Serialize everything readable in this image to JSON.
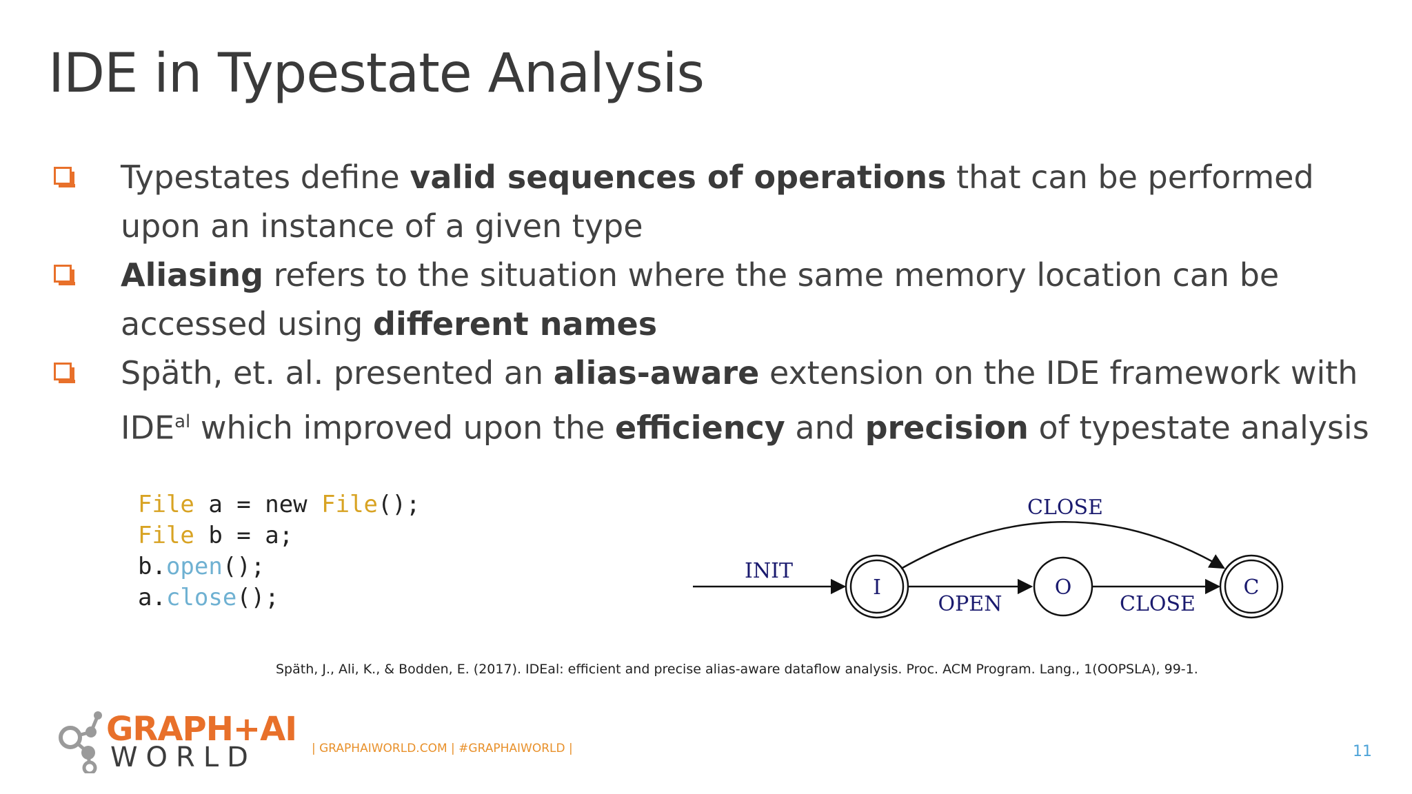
{
  "slide": {
    "title": "IDE in Typestate Analysis",
    "bullets": [
      {
        "pre": "Typestates define ",
        "b1": "valid sequences of operations",
        "post": " that can be performed upon an instance of a given type"
      },
      {
        "b1": "Aliasing",
        "mid": " refers to the situation where the same memory location can be accessed using ",
        "b2": "different names"
      },
      {
        "pre": "Späth, et. al. presented an ",
        "b1": "alias-aware",
        "mid": " extension on the IDE framework with IDE",
        "sup": "al",
        "mid2": " which improved upon the ",
        "b2": "efficiency",
        "and": " and ",
        "b3": "precision",
        "post": " of typestate analysis"
      }
    ],
    "code": {
      "line1": {
        "t1": "File",
        "t2": " a = new ",
        "t3": "File",
        "t4": "();"
      },
      "line2": {
        "t1": "File",
        "t2": " b = a;"
      },
      "line3": {
        "t1": "b.",
        "t2": "open",
        "t3": "();"
      },
      "line4": {
        "t1": "a.",
        "t2": "close",
        "t3": "();"
      }
    },
    "diagram": {
      "states": [
        "I",
        "O",
        "C"
      ],
      "edges": {
        "init": "INIT",
        "open": "OPEN",
        "close_oc": "CLOSE",
        "close_ic": "CLOSE"
      }
    },
    "reference": "Späth, J., Ali, K., & Bodden, E. (2017). IDEal: efficient and precise alias-aware dataflow analysis. Proc. ACM Program. Lang., 1(OOPSLA), 99-1.",
    "footer": {
      "logo_line1": "GRAPH+AI",
      "logo_line2": "WORLD",
      "links": "| GRAPHAIWORLD.COM  |  #GRAPHAIWORLD |",
      "page_number": "11"
    }
  },
  "colors": {
    "accent": "#e8702a",
    "code_type": "#d8a323",
    "code_method": "#6fb1d2",
    "diagram": "#1a1a6e",
    "page_number": "#4da3d8"
  }
}
